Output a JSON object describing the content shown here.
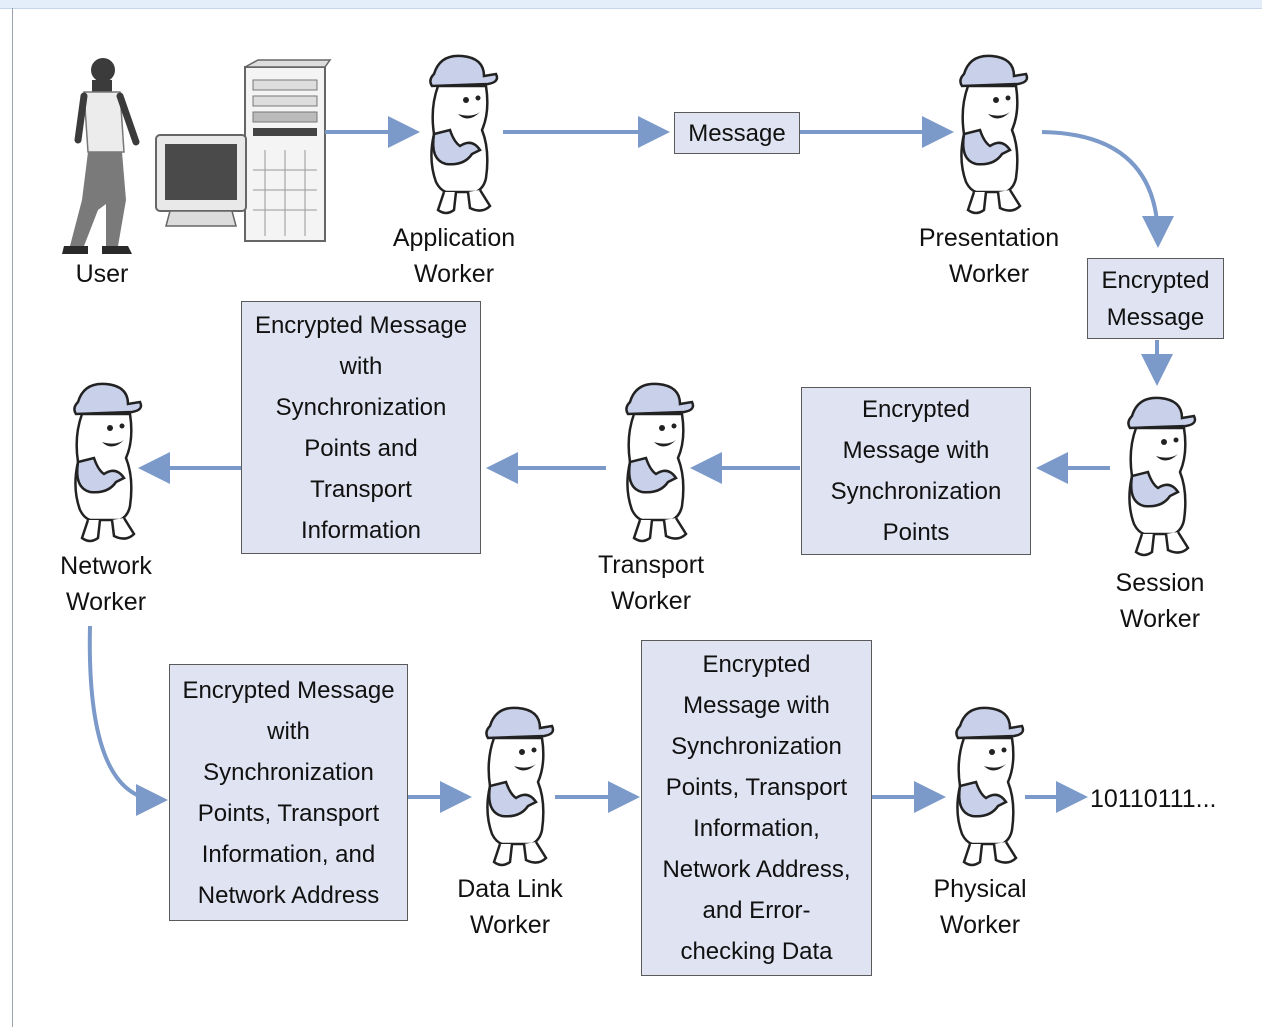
{
  "labels": {
    "user": "User",
    "application": "Application\nWorker",
    "presentation": "Presentation\nWorker",
    "session": "Session\nWorker",
    "transport": "Transport\nWorker",
    "network": "Network\nWorker",
    "datalink": "Data Link\nWorker",
    "physical": "Physical\nWorker"
  },
  "boxes": {
    "message": "Message",
    "encrypted": "Encrypted\nMessage",
    "sync": "Encrypted\nMessage with\nSynchronization\nPoints",
    "transport": "Encrypted  Message\nwith\nSynchronization\nPoints and\nTransport\nInformation",
    "network": "Encrypted  Message\nwith\nSynchronization\nPoints, Transport\nInformation, and\nNetwork Address",
    "datalink": "Encrypted\nMessage with\nSynchronization\nPoints, Transport\nInformation,\nNetwork Address,\nand Error-\nchecking Data"
  },
  "output": "10110111...",
  "colors": {
    "arrow": "#7b9ac9",
    "box_fill": "#e0e3f1",
    "worker_cap": "#c9d1ea",
    "worker_arm": "#c9d1ea"
  }
}
